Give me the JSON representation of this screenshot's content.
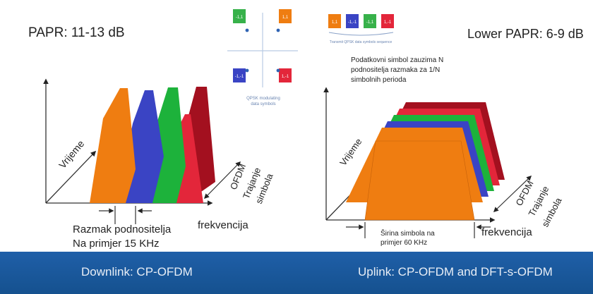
{
  "left": {
    "papr": "PAPR: 11-13 dB",
    "time_label": "Vrijeme",
    "symbol_duration_label": "OFDM\nTrajanje\nsimbola",
    "frequency_label": "frekvencija",
    "spacing_label_1": "Razmak podnositelja",
    "spacing_label_2": "Na primjer 15 KHz",
    "qpsk_symbols": [
      "1,1",
      "-1,1",
      "-1,-1",
      "1,-1"
    ],
    "qpsk_caption_1": "QPSK modulating",
    "qpsk_caption_2": "data symbols",
    "colors": [
      "#ef7d11",
      "#3a44c4",
      "#1db23b",
      "#e3263a",
      "#a3101f"
    ]
  },
  "right": {
    "papr": "Lower PAPR: 6-9 dB",
    "time_label": "Vrijeme",
    "symbol_duration_label": "OFDM\nTrajanje\nsimbola",
    "frequency_label": "frekvencija",
    "note_1": "Podatkovni simbol zauzima N",
    "note_2": "podnositelja  razmaka za 1/N",
    "note_3": "simbolnih perioda",
    "width_label_1": "Širina simbola na",
    "width_label_2": "primjer 60 KHz",
    "qpsk_symbols": [
      "1,1",
      "-1,1",
      "-1,-1",
      "1,-1"
    ],
    "qpsk_caption": "Transmit QPSK data symbols sequence"
  },
  "banner": {
    "left": "Downlink: CP-OFDM",
    "right": "Uplink: CP-OFDM and DFT-s-OFDM",
    "color": "#1a5aa0"
  }
}
